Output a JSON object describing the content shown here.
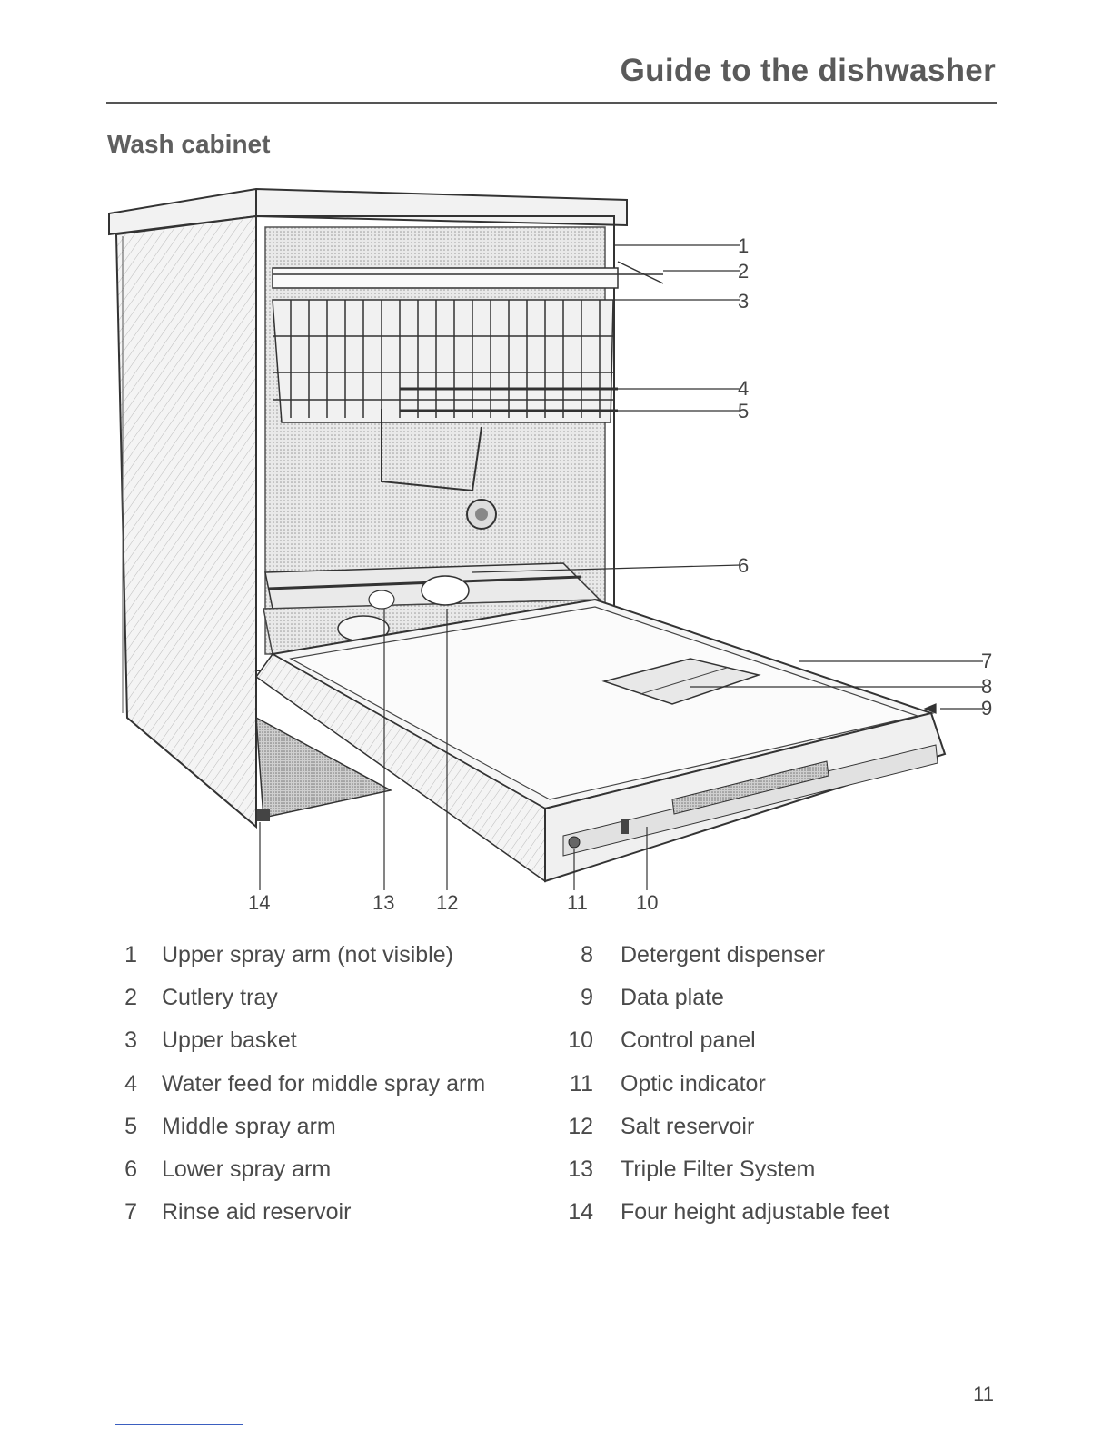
{
  "header": {
    "title": "Guide to the dishwasher"
  },
  "section": {
    "title": "Wash cabinet"
  },
  "callouts": [
    "1",
    "2",
    "3",
    "4",
    "5",
    "6",
    "7",
    "8",
    "9",
    "10",
    "11",
    "12",
    "13",
    "14"
  ],
  "legend": {
    "left": [
      {
        "num": "1",
        "label": "Upper spray arm (not visible)"
      },
      {
        "num": "2",
        "label": "Cutlery tray"
      },
      {
        "num": "3",
        "label": "Upper basket"
      },
      {
        "num": "4",
        "label": "Water feed for middle spray arm"
      },
      {
        "num": "5",
        "label": "Middle spray arm"
      },
      {
        "num": "6",
        "label": "Lower spray arm"
      },
      {
        "num": "7",
        "label": "Rinse aid reservoir"
      }
    ],
    "right": [
      {
        "num": "8",
        "label": "Detergent dispenser"
      },
      {
        "num": "9",
        "label": "Data plate"
      },
      {
        "num": "10",
        "label": "Control panel"
      },
      {
        "num": "11",
        "label": "Optic indicator"
      },
      {
        "num": "12",
        "label": "Salt reservoir"
      },
      {
        "num": "13",
        "label": "Triple Filter System"
      },
      {
        "num": "14",
        "label": "Four height adjustable feet"
      }
    ]
  },
  "page": {
    "number": "11"
  }
}
